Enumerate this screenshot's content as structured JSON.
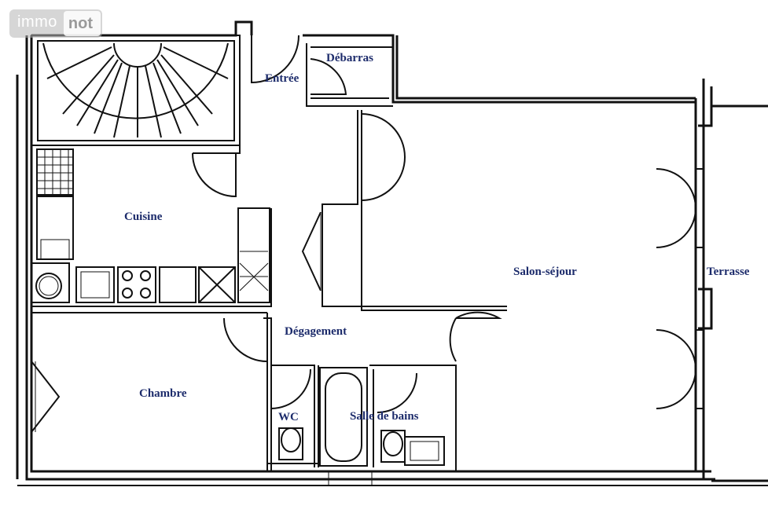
{
  "logo": {
    "part1": "immo",
    "part2": "not"
  },
  "rooms": {
    "entree": "Entrée",
    "debarras": "Débarras",
    "cuisine": "Cuisine",
    "salon": "Salon-séjour",
    "terrasse": "Terrasse",
    "degagement": "Dégagement",
    "chambre": "Chambre",
    "wc": "WC",
    "salle_de_bains": "Salle de bains"
  },
  "colors": {
    "wall": "#111111",
    "label": "#1c2b6b"
  }
}
